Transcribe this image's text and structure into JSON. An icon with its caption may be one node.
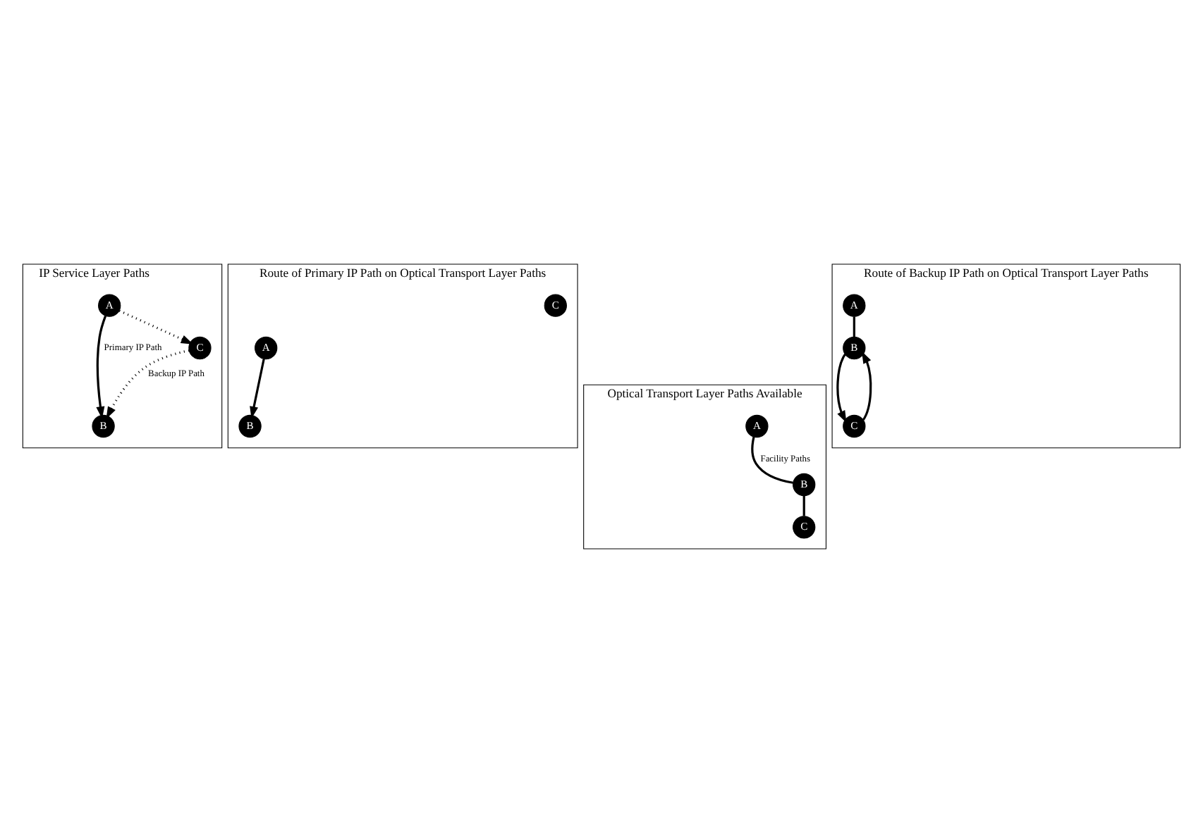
{
  "diagram": {
    "nodes": [
      {
        "text": [
          "IP Service Layer Paths"
        ]
      },
      {
        "text": [
          "B"
        ],
        "in": 0
      },
      {
        "text": [
          "A"
        ],
        "in": 0
      },
      {
        "text": [
          "C"
        ],
        "in": 0
      },
      {
        "text": [
          "Route of Primary IP Path on Optical Transport Layer Paths"
        ]
      },
      {
        "text": [
          "B"
        ],
        "in": 4
      },
      {
        "text": [
          "A"
        ],
        "in": 4
      },
      {
        "text": [
          "C"
        ],
        "in": 4
      },
      {
        "text": [
          "Route of Backup IP Path on Optical Transport Layer Paths"
        ]
      },
      {
        "text": [
          "B"
        ],
        "in": 8
      },
      {
        "text": [
          "A"
        ],
        "in": 8
      },
      {
        "text": [
          "C"
        ],
        "in": 8
      },
      {
        "text": [
          "Optical Transport Layer Paths Available"
        ]
      },
      {
        "text": [
          "B"
        ],
        "in": 12
      },
      {
        "text": [
          "A"
        ],
        "in": 12
      },
      {
        "text": [
          "C"
        ],
        "in": 12
      }
    ],
    "edges": [
      {
        "from": 2,
        "to": 1,
        "arrow": "to",
        "label": "Primary IP Path"
      },
      {
        "from": 2,
        "to": 3,
        "arrow": "to",
        "style": "dashed"
      },
      {
        "from": 3,
        "to": 1,
        "arrow": "to",
        "style": "dashed",
        "label": "Backup IP Path"
      },
      {
        "from": 6,
        "to": 5,
        "arrow": "to"
      },
      {
        "from": 10,
        "to": 9,
        "arrow": "none"
      },
      {
        "from": 9,
        "to": 11,
        "arrow": "to"
      },
      {
        "from": 11,
        "to": 9,
        "arrow": "to"
      },
      {
        "from": 14,
        "to": 13,
        "arrow": "none",
        "label": "Facility Paths"
      },
      {
        "from": 13,
        "to": 15,
        "arrow": "none"
      }
    ]
  }
}
